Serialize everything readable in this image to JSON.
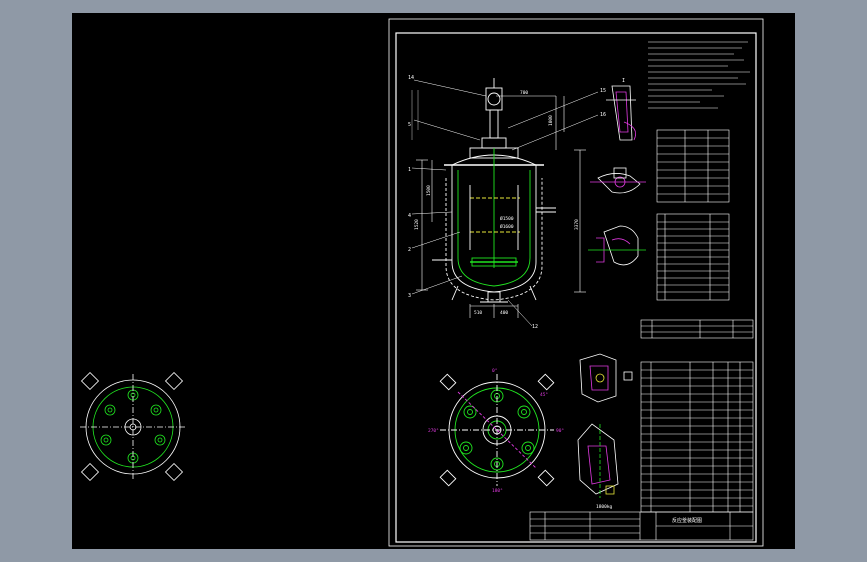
{
  "colors": {
    "viewport_bg": "#8f99a6",
    "canvas_bg": "#000000",
    "line_white": "#ffffff",
    "line_green": "#21e621",
    "line_magenta": "#e03ae0",
    "line_yellow": "#e8e83a"
  },
  "drawing": {
    "leaders": [
      "14",
      "15",
      "16",
      "1",
      "2",
      "3",
      "4",
      "5",
      "12"
    ],
    "dims": {
      "width_top": "700",
      "h1": "1520",
      "h2": "1500",
      "dn": "Ø1500",
      "dn2": "Ø1600",
      "h3": "1000",
      "b1": "510",
      "b2": "400",
      "h4": "3370"
    },
    "detail_label": "I",
    "plan_labels": [
      "0°",
      "45°",
      "90°",
      "180°",
      "270°"
    ],
    "weight": "1800kg",
    "title": "反应釜装配图"
  }
}
